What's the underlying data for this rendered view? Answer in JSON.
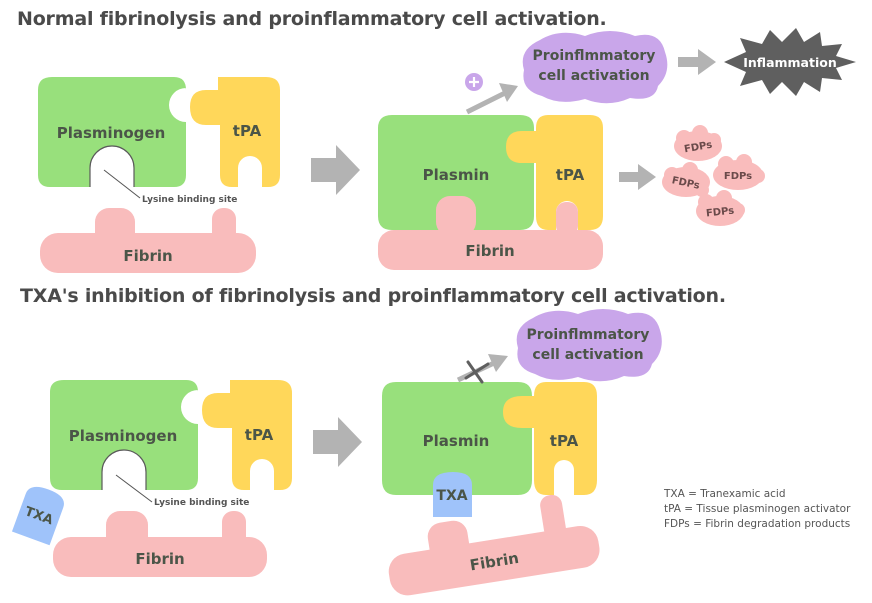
{
  "panels": {
    "normal": {
      "title": "Normal fibrinolysis and proinflammatory cell activation.",
      "before": {
        "plasminogen": "Plasminogen",
        "tpa": "tPA",
        "fibrin": "Fibrin",
        "binding_site_label": "Lysine binding site"
      },
      "after": {
        "plasmin": "Plasmin",
        "tpa": "tPA",
        "fibrin": "Fibrin"
      },
      "activation_cloud": [
        "Proinflmmatory",
        "cell activation"
      ],
      "activation_marker": "plus-icon",
      "inflammation": "Inflammation",
      "fdps": [
        "FDPs",
        "FDPs",
        "FDPs",
        "FDPs"
      ]
    },
    "txa": {
      "title": "TXA's inhibition of fibrinolysis and proinflammatory cell activation.",
      "before": {
        "plasminogen": "Plasminogen",
        "tpa": "tPA",
        "fibrin": "Fibrin",
        "binding_site_label": "Lysine binding site",
        "txa": "TXA"
      },
      "after": {
        "plasmin": "Plasmin",
        "tpa": "tPA",
        "fibrin": "Fibrin",
        "txa": "TXA"
      },
      "activation_cloud": [
        "Proinflmmatory",
        "cell activation"
      ],
      "activation_marker": "blocked-x-icon"
    }
  },
  "legend": [
    "TXA = Tranexamic acid",
    "tPA = Tissue plasminogen activator",
    "FDPs = Fibrin degradation products"
  ],
  "colors": {
    "plasminogen_green": "#98e07c",
    "tpa_yellow": "#ffd75a",
    "fibrin_pink": "#f9bcbc",
    "cloud_purple": "#c9a6ea",
    "txa_blue": "#9fc3fa",
    "arrow_gray": "#b3b3b3",
    "inflammation_dark": "#5f5f5f",
    "text_dark": "#4a4a4a"
  }
}
